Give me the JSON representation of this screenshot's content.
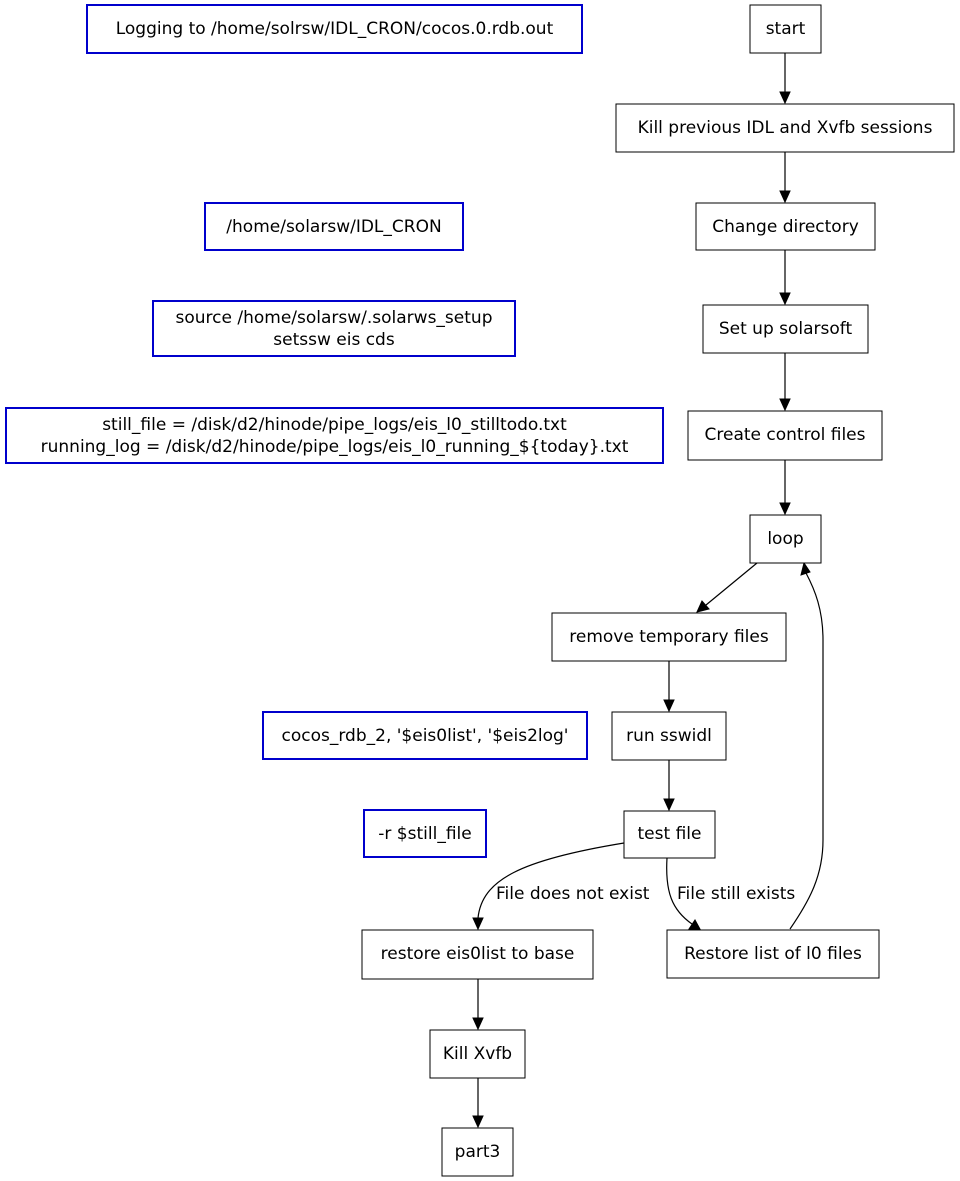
{
  "notes": {
    "logging": "Logging to /home/solrsw/IDL_CRON/cocos.0.rdb.out",
    "directory": "/home/solarsw/IDL_CRON",
    "setup_line1": "source /home/solarsw/.solarws_setup",
    "setup_line2": "setssw eis cds",
    "control_line1": "still_file = /disk/d2/hinode/pipe_logs/eis_l0_stilltodo.txt",
    "control_line2": "running_log = /disk/d2/hinode/pipe_logs/eis_l0_running_${today}.txt",
    "sswidl_cmd": "cocos_rdb_2, '$eis0list', '$eis2log'",
    "test_cmd": "-r $still_file"
  },
  "steps": {
    "start": "start",
    "kill_sessions": "Kill previous IDL and Xvfb sessions",
    "change_directory": "Change directory",
    "setup_solarsoft": "Set up solarsoft",
    "create_control": "Create control files",
    "loop": "loop",
    "remove_temp": "remove temporary files",
    "run_sswidl": "run sswidl",
    "test_file": "test file",
    "restore_base": "restore eis0list to base",
    "restore_l0": "Restore list of l0 files",
    "kill_xvfb": "Kill Xvfb",
    "part3": "part3"
  },
  "edge_labels": {
    "not_exist": "File does not exist",
    "still_exists": "File still exists"
  }
}
